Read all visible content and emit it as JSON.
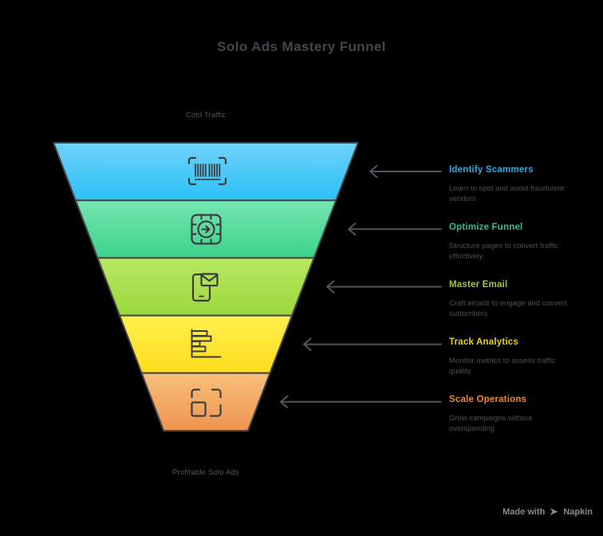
{
  "title": "Solo Ads Mastery Funnel",
  "funnel": {
    "top_label": "Cold Traffic",
    "bottom_label": "Profitable Solo Ads"
  },
  "stages": [
    {
      "label": "Identify Scammers",
      "description": "Learn to spot and avoid fraudulent vendors",
      "color": "#2ba9e0",
      "color_top": "#6fd2f8",
      "color_bottom": "#2cc1f7",
      "icon": "barcode-scan-icon"
    },
    {
      "label": "Optimize Funnel",
      "description": "Structure pages to convert traffic effectively",
      "color": "#39bd8b",
      "color_top": "#76e5b2",
      "color_bottom": "#3bd389",
      "icon": "target-arrow-icon"
    },
    {
      "label": "Master Email",
      "description": "Craft emails to engage and convert subscribers",
      "color": "#9cc83d",
      "color_top": "#b9e961",
      "color_bottom": "#9ad73d",
      "icon": "phone-mail-icon"
    },
    {
      "label": "Track Analytics",
      "description": "Monitor metrics to assess traffic quality",
      "color": "#e6d226",
      "color_top": "#fff04e",
      "color_bottom": "#ffdd1e",
      "icon": "bar-chart-icon"
    },
    {
      "label": "Scale Operations",
      "description": "Grow campaigns without overspending",
      "color": "#e8892b",
      "color_top": "#f8c07b",
      "color_bottom": "#ee9450",
      "icon": "scale-icon"
    }
  ],
  "footer": {
    "made_with": "Made with",
    "brand": "Napkin"
  }
}
